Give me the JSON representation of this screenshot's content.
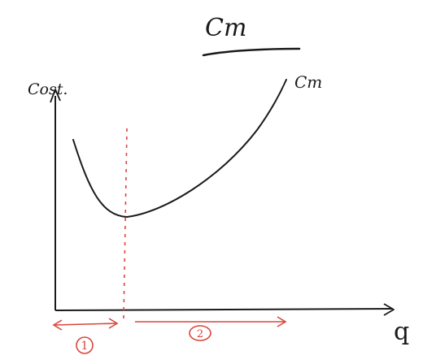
{
  "title": "Cm",
  "y_axis_label": "Cost.",
  "x_axis_label": "q",
  "curve_label": "Cm",
  "regions": [
    {
      "label": "1"
    },
    {
      "label": "2"
    }
  ],
  "colors": {
    "ink": "#1a1a1a",
    "accent_red": "#d8453b",
    "background": "#ffffff"
  }
}
